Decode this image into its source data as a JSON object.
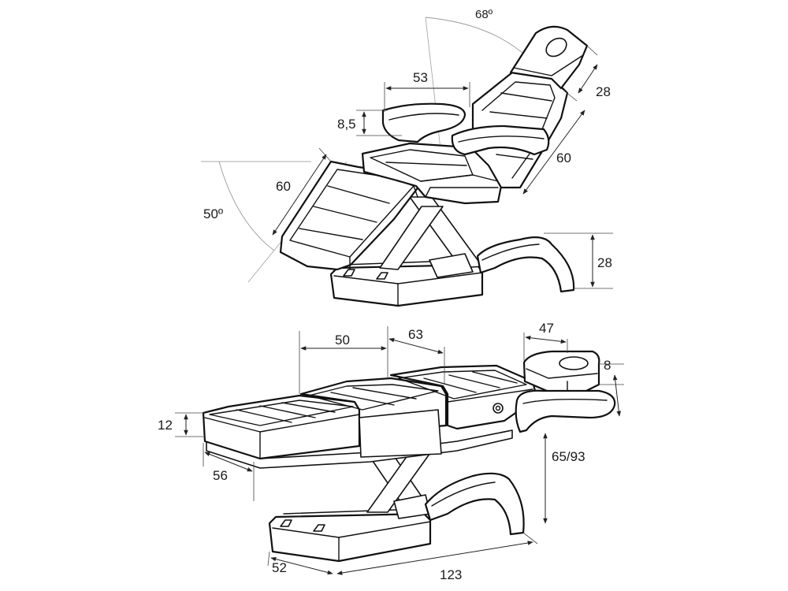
{
  "figure": {
    "kind": "technical-drawing",
    "subject": "electric treatment chair / bed",
    "views": [
      {
        "id": "chair_position",
        "dimensions": {
          "angle_back": "68º",
          "armrest_span": "53",
          "headrest": "28",
          "armrest_height": "8,5",
          "backrest": "60",
          "leg_section": "60",
          "angle_legs": "50º",
          "base_height": "28"
        }
      },
      {
        "id": "flat_position",
        "dimensions": {
          "seat": "50",
          "back": "63",
          "headrest_length": "47",
          "headrest_thickness": "8",
          "cushion_thickness": "12",
          "leg_length": "56",
          "height_range": "65/93",
          "base_width": "52",
          "total_length": "123"
        }
      }
    ]
  },
  "colors": {
    "line": "#111111",
    "guide": "#9a9a9a",
    "background": "#ffffff"
  }
}
